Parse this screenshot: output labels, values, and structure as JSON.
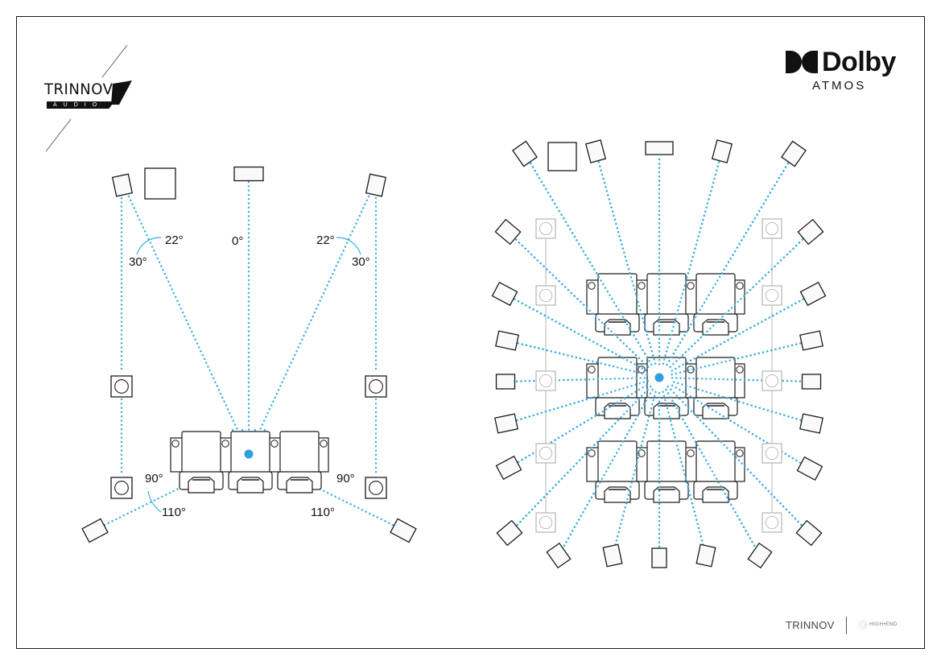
{
  "brand": {
    "trinnov_logo_word": "TRINNOV",
    "trinnov_logo_sub": "AUDIO",
    "dolby_word": "Dolby",
    "dolby_sub": "ATMOS"
  },
  "footer": {
    "company": "TRINNOV",
    "partner": "HIGH•END"
  },
  "colors": {
    "line": "#1a1a1a",
    "dotted_path": "#3aaee4",
    "listening_position": "#2e9fdf",
    "angle_arc": "#3aaee4",
    "ceiling_speaker": "#b5b5b5"
  },
  "left_diagram": {
    "title": "5.1 layout",
    "angles": {
      "left_front_inner": "22°",
      "left_front_outer": "30°",
      "center": "0°",
      "right_front_inner": "22°",
      "right_front_outer": "30°",
      "left_side": "90°",
      "left_rear": "110°",
      "right_side": "90°",
      "right_rear": "110°"
    },
    "speakers": [
      "left-front",
      "subwoofer",
      "center",
      "right-front",
      "left-side",
      "right-side",
      "left-surround-sub",
      "right-surround-sub",
      "left-rear",
      "right-rear"
    ],
    "seat_rows": 1,
    "seats_per_row": 3
  },
  "right_diagram": {
    "title": "Immersive layout",
    "seat_rows": 3,
    "seats_per_row": 3,
    "listener_speakers": 24,
    "ceiling_speakers_per_side": 5
  }
}
